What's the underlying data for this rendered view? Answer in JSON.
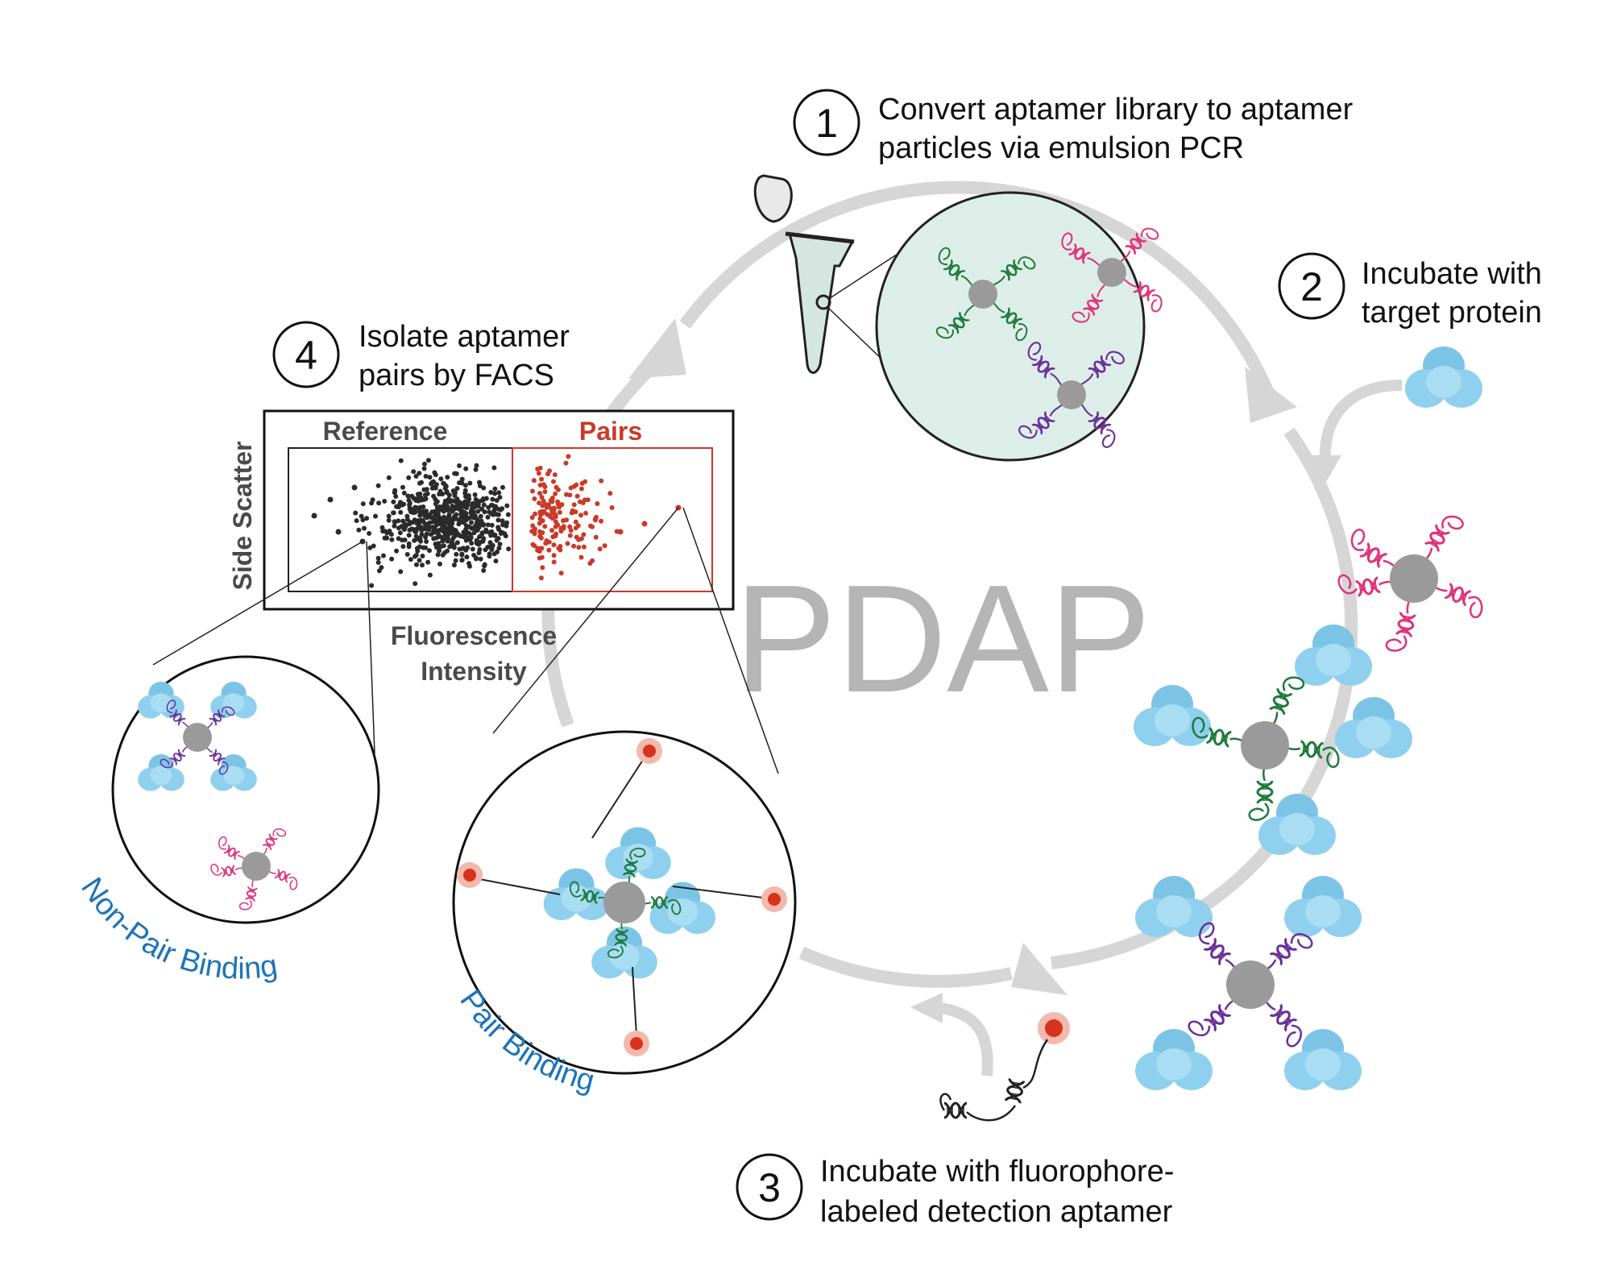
{
  "title": "PDAP",
  "steps": [
    {
      "number": "1",
      "line1": "Convert aptamer library to aptamer",
      "line2": "particles via emulsion PCR"
    },
    {
      "number": "2",
      "line1": "Incubate with",
      "line2": "target protein"
    },
    {
      "number": "3",
      "line1": "Incubate with fluorophore-",
      "line2": "labeled detection aptamer"
    },
    {
      "number": "4",
      "line1": "Isolate aptamer",
      "line2": "pairs by FACS"
    }
  ],
  "facs": {
    "reference_label": "Reference",
    "pairs_label": "Pairs",
    "y_axis_label": "Side Scatter",
    "x_axis_label_line1": "Fluorescence",
    "x_axis_label_line2": "Intensity"
  },
  "insets": {
    "non_pair_label": "Non-Pair Binding",
    "pair_label": "Pair Binding"
  },
  "colors": {
    "cycle_arrow": "#d6d6d6",
    "particle": "#9a9a9a",
    "aptamer_green": "#1e7a3a",
    "aptamer_pink": "#e0317a",
    "aptamer_purple": "#6a2f9a",
    "protein": "#8fd0ee",
    "reference_dots": "#2b2b2b",
    "pairs_dots": "#c93a28",
    "fluorophore": "#d8321f",
    "label_blue": "#1d74b8"
  },
  "icons": [
    "tube-icon",
    "protein-icon",
    "aptamer-particle-icon",
    "fluorophore-aptamer-icon"
  ]
}
